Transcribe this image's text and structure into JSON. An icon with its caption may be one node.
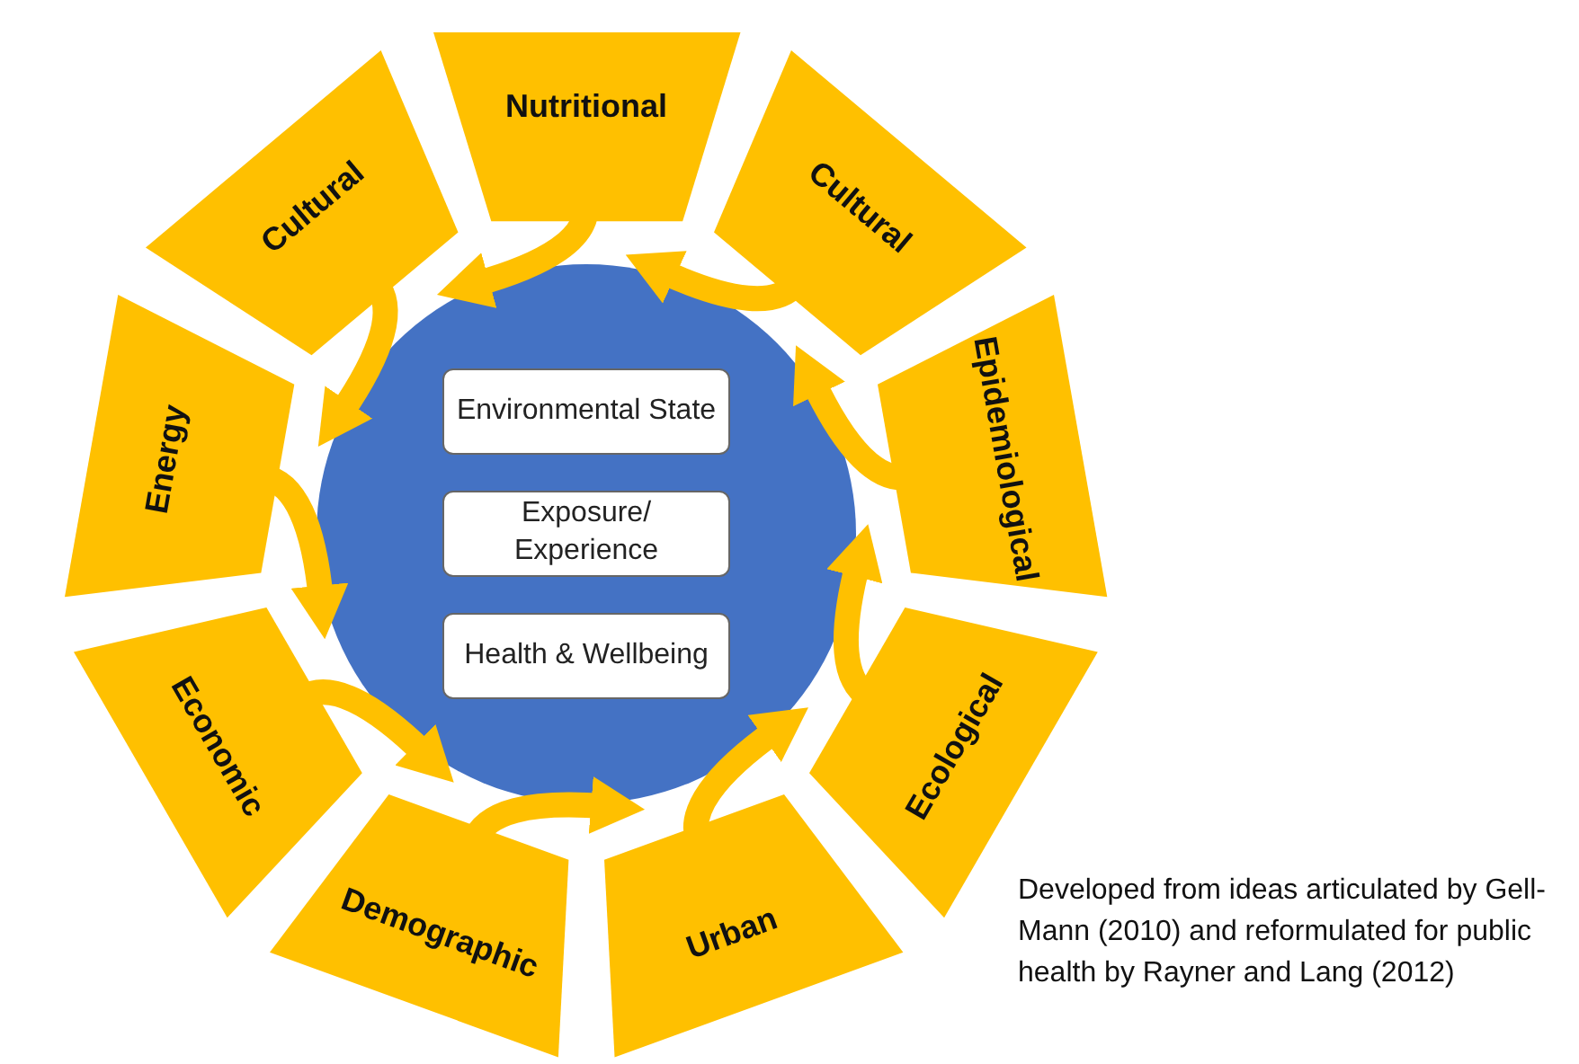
{
  "diagram": {
    "nodes": [
      {
        "text": [
          "Nutritional"
        ]
      },
      {
        "text": [
          "Cultural"
        ]
      },
      {
        "text": [
          "Epidemiological"
        ]
      },
      {
        "text": [
          "Ecological"
        ]
      },
      {
        "text": [
          "Urban"
        ]
      },
      {
        "text": [
          "Demographic"
        ]
      },
      {
        "text": [
          "Economic"
        ]
      },
      {
        "text": [
          "Energy"
        ]
      },
      {
        "text": [
          "Cultural"
        ]
      },
      {
        "text": [],
        "shape": "circle"
      },
      {
        "text": [
          "Environmental State"
        ],
        "in": 9
      },
      {
        "text": [
          "Exposure/ Experience"
        ],
        "in": 9
      },
      {
        "text": [
          "Health & Wellbeing"
        ],
        "in": 9
      }
    ],
    "edges": [
      {
        "from": 0,
        "to": 9,
        "arrow": "to"
      },
      {
        "from": 1,
        "to": 9,
        "arrow": "to"
      },
      {
        "from": 2,
        "to": 9,
        "arrow": "to"
      },
      {
        "from": 3,
        "to": 9,
        "arrow": "to"
      },
      {
        "from": 4,
        "to": 9,
        "arrow": "to"
      },
      {
        "from": 5,
        "to": 9,
        "arrow": "to"
      },
      {
        "from": 6,
        "to": 9,
        "arrow": "to"
      },
      {
        "from": 7,
        "to": 9,
        "arrow": "to"
      },
      {
        "from": 8,
        "to": 9,
        "arrow": "to"
      }
    ],
    "labels": [
      "Developed from ideas articulated by Gell-Mann (2010) and reformulated for public health by Rayner and Lang (2012)"
    ]
  }
}
